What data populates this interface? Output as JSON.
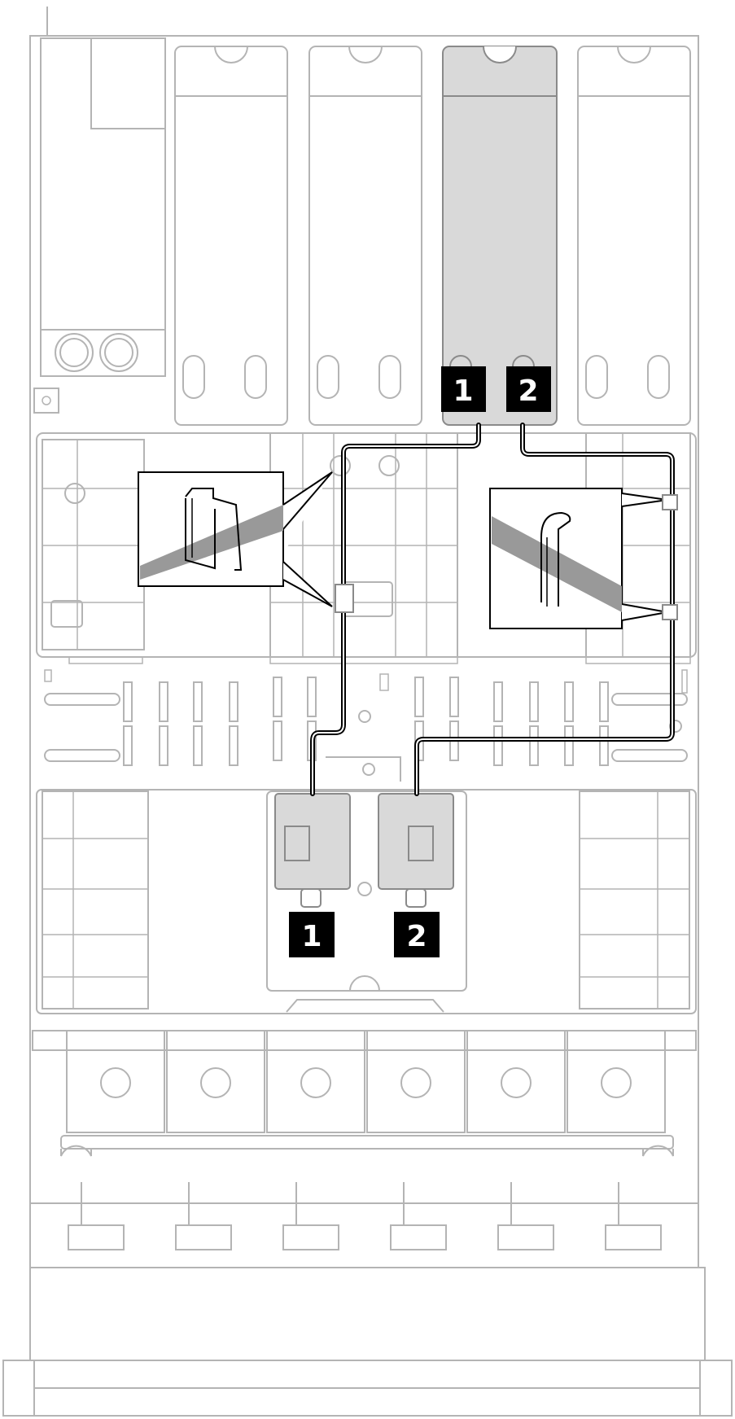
{
  "diagram": {
    "riser_card_callouts": [
      {
        "label": "1"
      },
      {
        "label": "2"
      }
    ],
    "connector_callouts": [
      {
        "label": "1"
      },
      {
        "label": "2"
      }
    ],
    "colors": {
      "outline": "#b4b4b4",
      "highlight_fill": "#d9d9d9",
      "cable": "#000000",
      "badge": "#000000",
      "cable_strip": "#999999"
    }
  }
}
